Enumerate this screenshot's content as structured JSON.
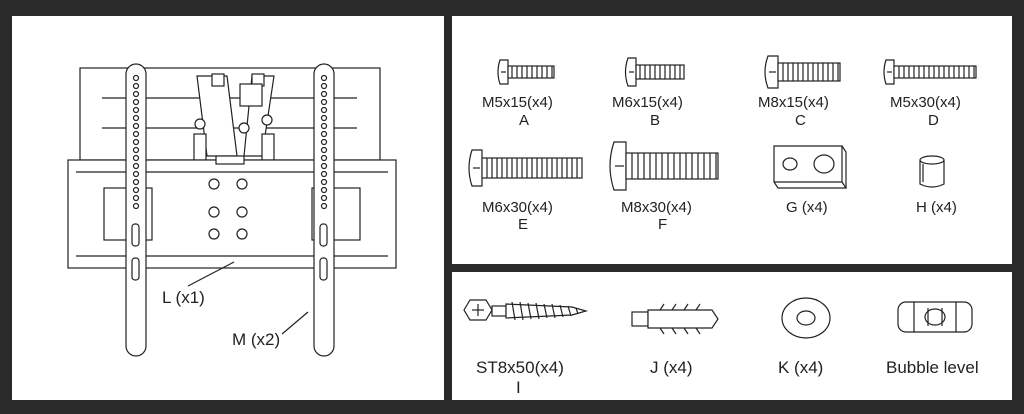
{
  "mount": {
    "plate_label": "L (x1)",
    "arm_label": "M (x2)"
  },
  "screws": [
    {
      "size": "M5x15(x4)",
      "letter": "A"
    },
    {
      "size": "M6x15(x4)",
      "letter": "B"
    },
    {
      "size": "M8x15(x4)",
      "letter": "C"
    },
    {
      "size": "M5x30(x4)",
      "letter": "D"
    },
    {
      "size": "M6x30(x4)",
      "letter": "E"
    },
    {
      "size": "M8x30(x4)",
      "letter": "F"
    }
  ],
  "spacer_plate": {
    "label": "G (x4)"
  },
  "spacer": {
    "label": "H (x4)"
  },
  "wall_hardware": [
    {
      "label": "ST8x50(x4)",
      "letter": "I"
    },
    {
      "label": "J (x4)"
    },
    {
      "label": "K (x4)"
    },
    {
      "label": "Bubble level"
    }
  ]
}
